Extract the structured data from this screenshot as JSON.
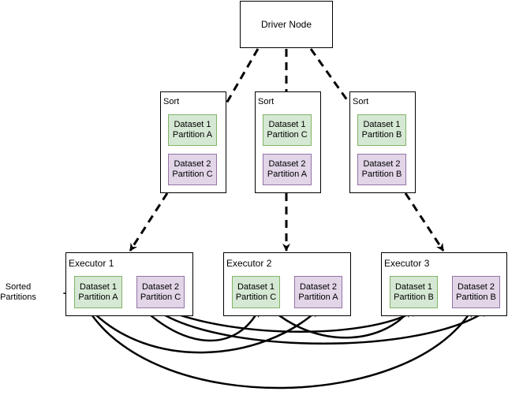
{
  "driver": {
    "label": "Driver Node"
  },
  "sort_nodes": [
    {
      "title": "Sort",
      "partitions": [
        {
          "line1": "Dataset 1",
          "line2": "Partition A"
        },
        {
          "line1": "Dataset 2",
          "line2": "Partition C"
        }
      ]
    },
    {
      "title": "Sort",
      "partitions": [
        {
          "line1": "Dataset 1",
          "line2": "Partition C"
        },
        {
          "line1": "Dataset 2",
          "line2": "Partition A"
        }
      ]
    },
    {
      "title": "Sort",
      "partitions": [
        {
          "line1": "Dataset 1",
          "line2": "Partition B"
        },
        {
          "line1": "Dataset 2",
          "line2": "Partition B"
        }
      ]
    }
  ],
  "executors": [
    {
      "title": "Executor 1",
      "partitions": [
        {
          "line1": "Dataset 1",
          "line2": "Partition A"
        },
        {
          "line1": "Dataset 2",
          "line2": "Partition C"
        }
      ]
    },
    {
      "title": "Executor 2",
      "partitions": [
        {
          "line1": "Dataset 1",
          "line2": "Partition C"
        },
        {
          "line1": "Dataset 2",
          "line2": "Partition A"
        }
      ]
    },
    {
      "title": "Executor 3",
      "partitions": [
        {
          "line1": "Dataset 1",
          "line2": "Partition B"
        },
        {
          "line1": "Dataset 2",
          "line2": "Partition B"
        }
      ]
    }
  ],
  "brace_label": {
    "line1": "Sorted",
    "line2": "Partitions"
  },
  "colors": {
    "dataset1_fill": "#d5e8d4",
    "dataset1_stroke": "#82b366",
    "dataset2_fill": "#e1d5e7",
    "dataset2_stroke": "#9673a6"
  }
}
